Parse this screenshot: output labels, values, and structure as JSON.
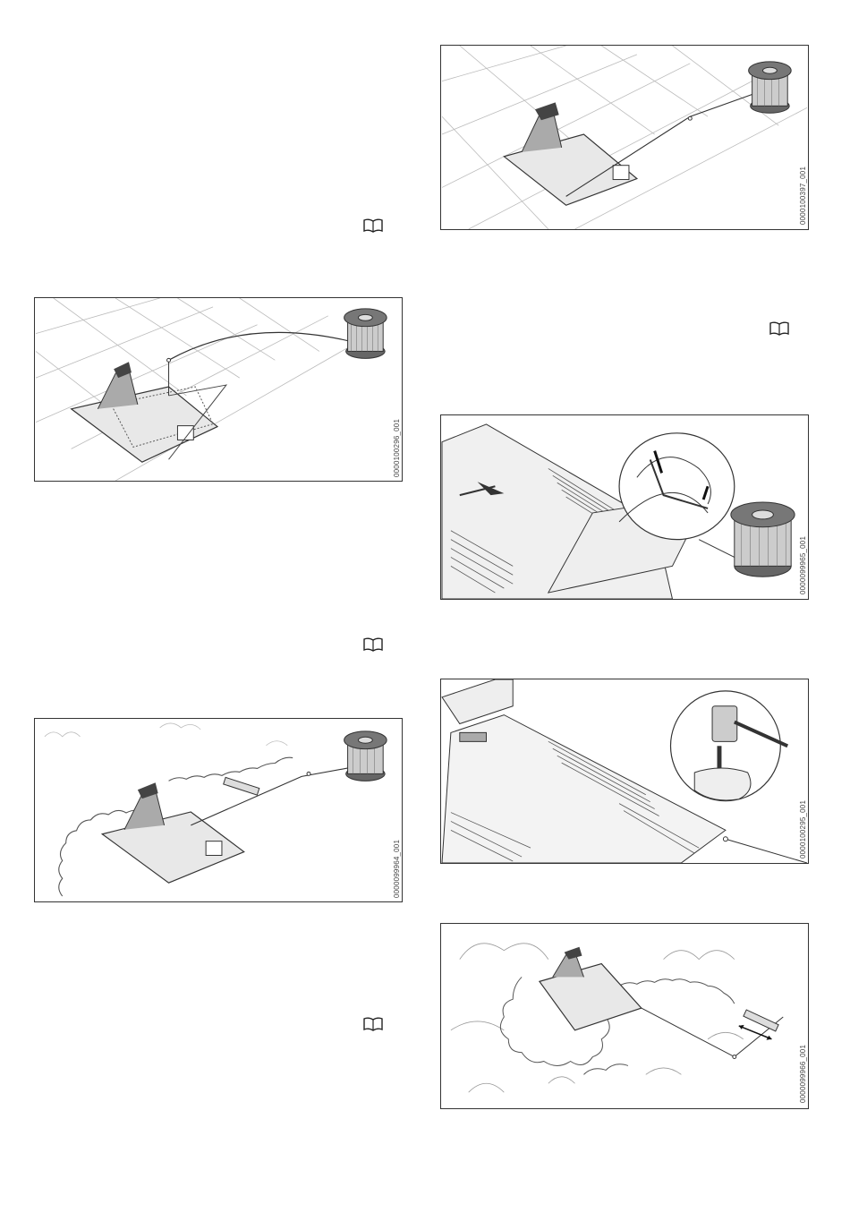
{
  "figures": [
    {
      "id": "0000100296_001",
      "icon": "spool-on-paving-icon"
    },
    {
      "id": "0000099964_001",
      "icon": "spool-on-lawn-icon"
    },
    {
      "id": "0000100397_001",
      "icon": "spool-on-paving-icon"
    },
    {
      "id": "0000099965_001",
      "icon": "wire-insert-detail-icon"
    },
    {
      "id": "0000100295_001",
      "icon": "peg-hammer-detail-icon"
    },
    {
      "id": "0000099966_001",
      "icon": "garden-overview-icon"
    }
  ],
  "icons": {
    "manual_reference": "book-icon"
  },
  "colors": {
    "line": "#333333",
    "frame": "#333333",
    "background": "#ffffff"
  }
}
